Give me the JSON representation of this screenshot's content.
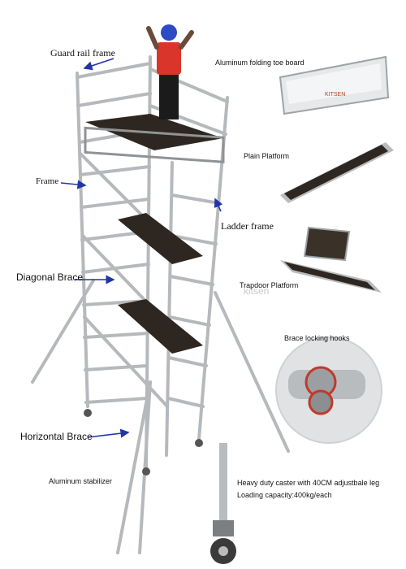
{
  "labels": {
    "guard_rail": "Guard rail frame",
    "frame": "Frame",
    "diagonal_brace": "Diagonal Brace",
    "horizontal_brace": "Horizontal Brace",
    "aluminum_stabilizer": "Aluminum stabilizer",
    "ladder_frame": "Ladder frame",
    "toe_board": "Aluminum folding toe board",
    "plain_platform": "Plain Platform",
    "trapdoor_platform": "Trapdoor Platform",
    "brace_hooks": "Brace locking hooks",
    "caster_line1": "Heavy duty caster with 40CM adjustbale leg",
    "caster_line2": "Loading capacity:400kg/each"
  },
  "toe_board_brand": "KITSEN",
  "watermark": "kitsen",
  "colors": {
    "aluminum": "#b9bcbf",
    "platform": "#2e2620",
    "arrow": "#2235a8",
    "worker_shirt": "#d9352a",
    "worker_helmet": "#2b4cc4",
    "red_accent": "#c0392b"
  }
}
